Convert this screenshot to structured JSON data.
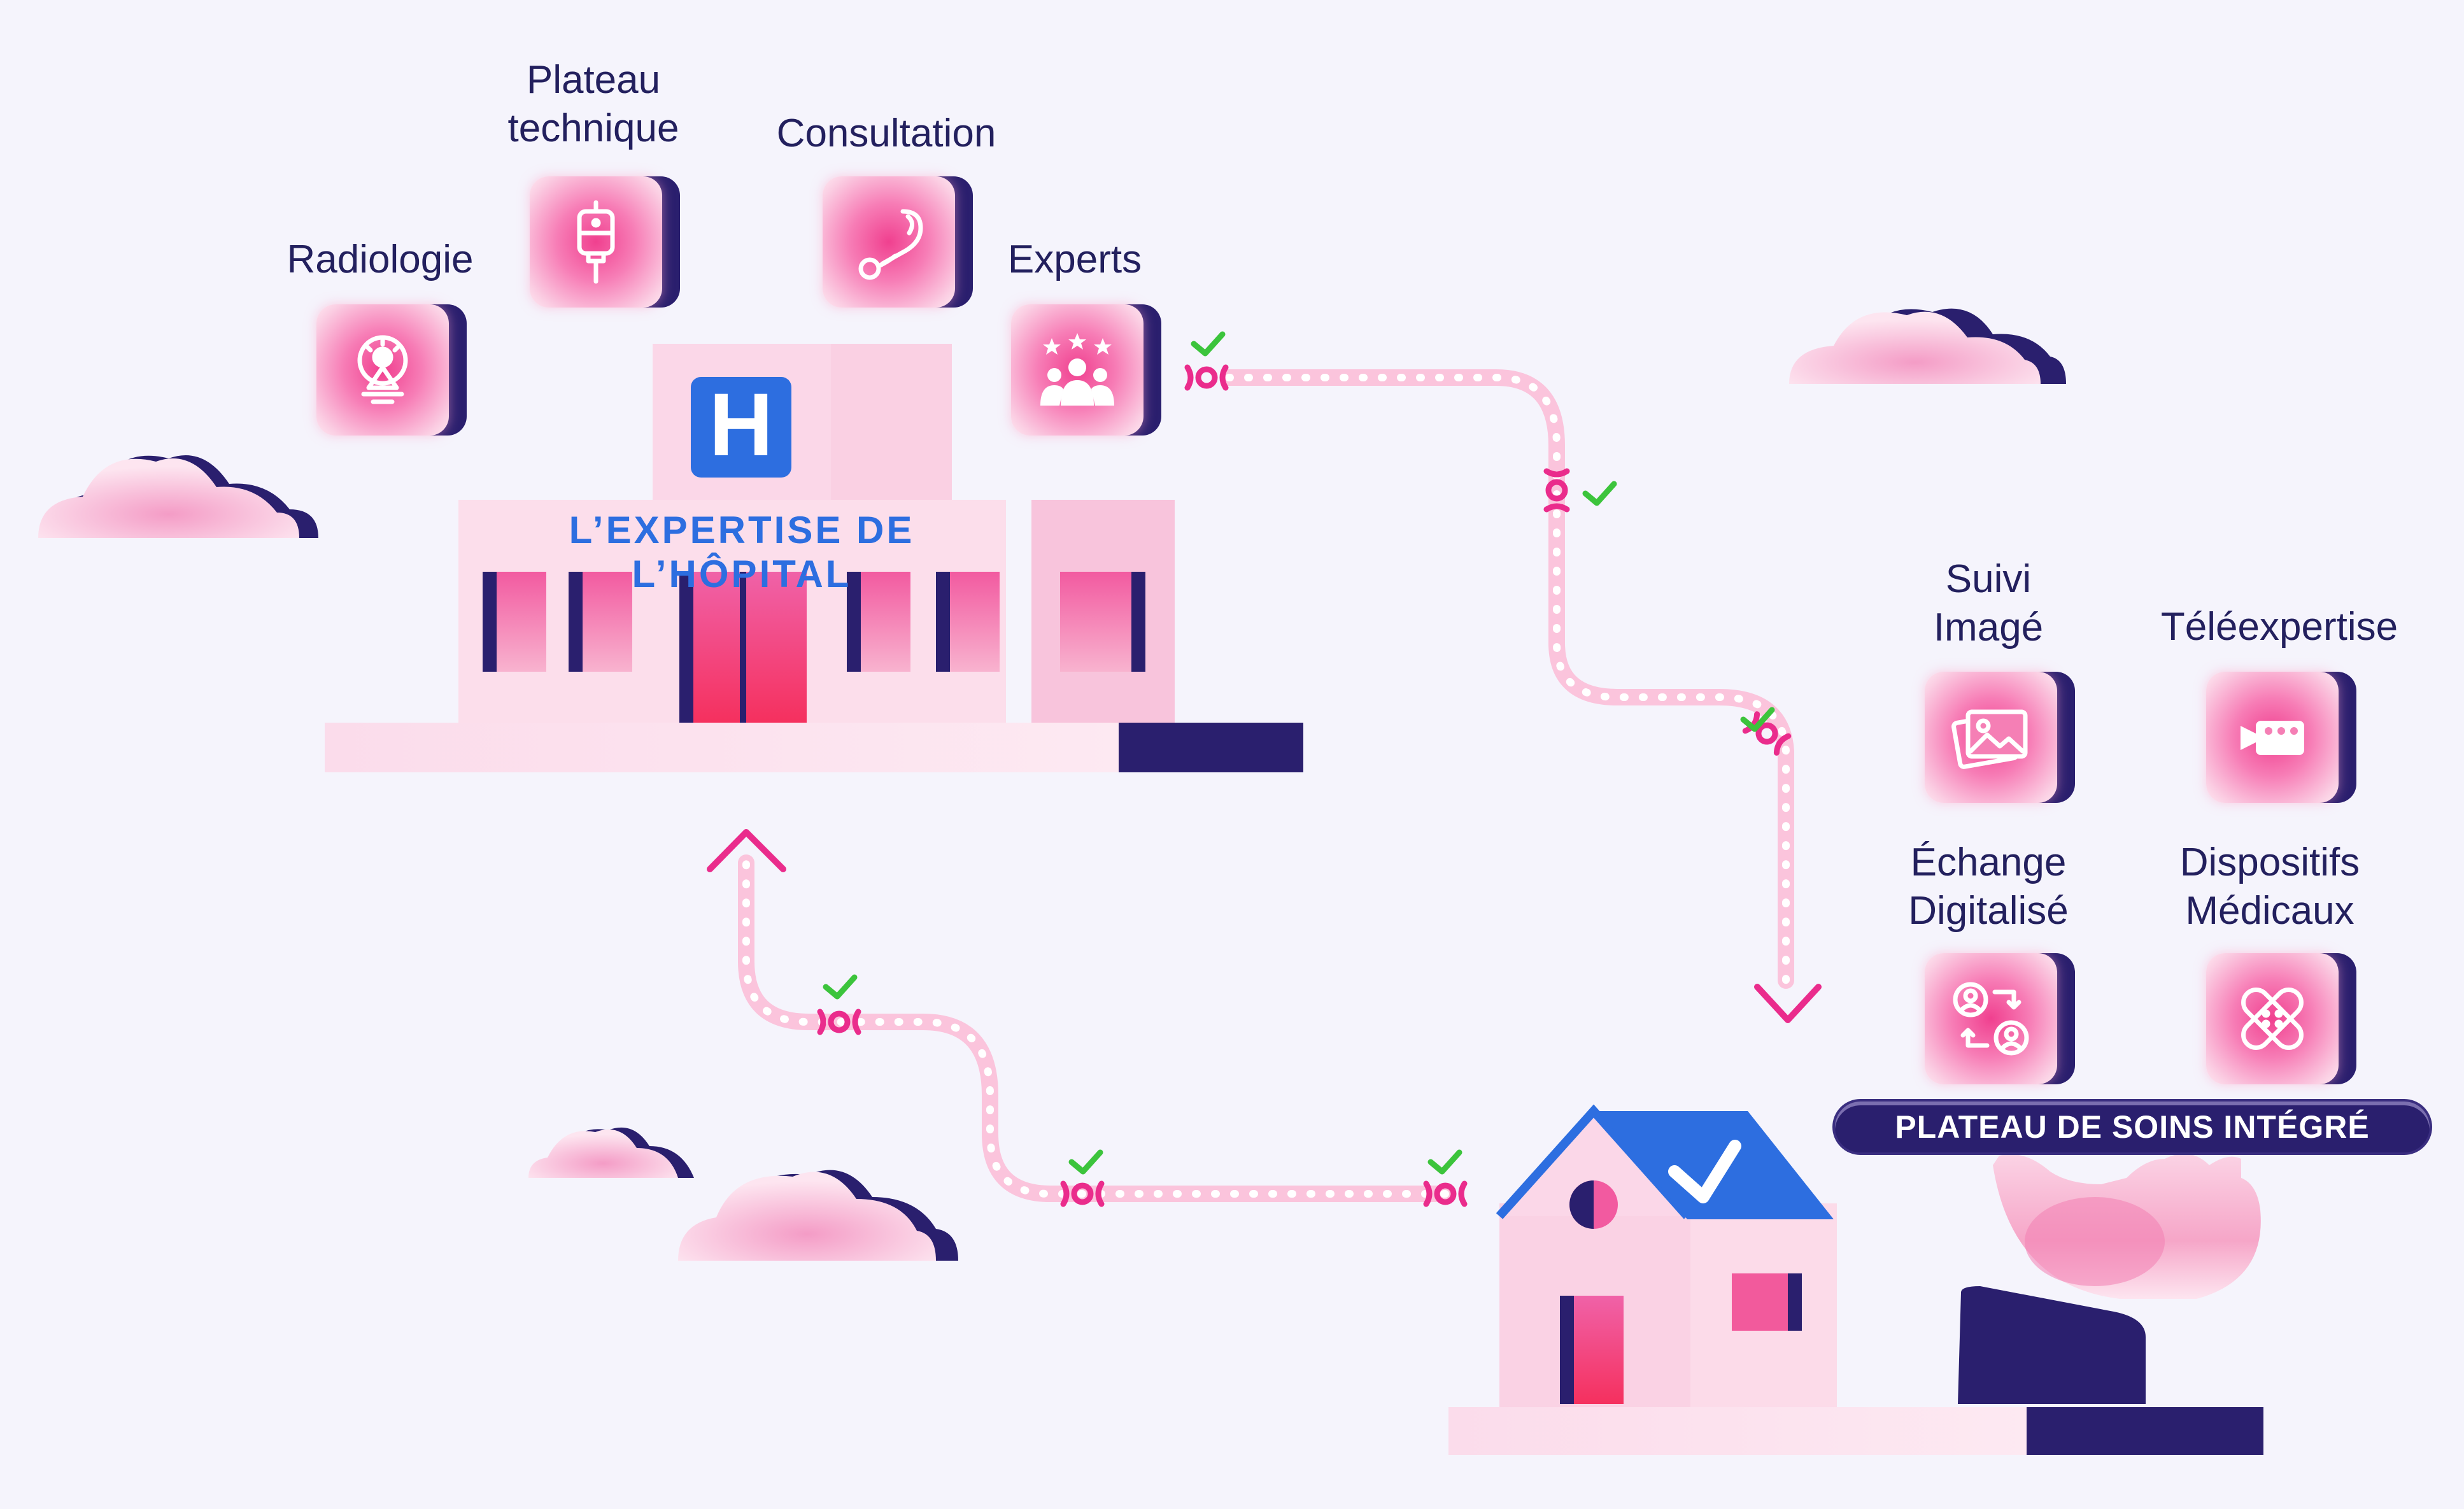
{
  "hospital": {
    "title": "L’EXPERTISE DE L’HÔPITAL",
    "sign_letter": "H",
    "services": [
      {
        "label": "Radiologie",
        "icon": "radiology-icon"
      },
      {
        "label": "Plateau\ntechnique",
        "icon": "iv-drip-icon"
      },
      {
        "label": "Consultation",
        "icon": "stethoscope-icon"
      },
      {
        "label": "Experts",
        "icon": "experts-group-icon"
      }
    ]
  },
  "home": {
    "features": [
      {
        "label": "Suivi\nImagé",
        "icon": "images-icon"
      },
      {
        "label": "Téléexpertise",
        "icon": "video-camera-icon"
      },
      {
        "label": "Échange\nDigitalisé",
        "icon": "user-exchange-icon"
      },
      {
        "label": "Dispositifs\nMédicaux",
        "icon": "bandage-icon"
      }
    ],
    "banner": "PLATEAU DE SOINS INTÉGRÉ"
  },
  "colors": {
    "navy": "#2a1f6e",
    "pink": "#f0408f",
    "light_pink": "#fbd0e4",
    "blue": "#2d6ee0",
    "check_green": "#3cc43c",
    "background": "#f5f4fc"
  }
}
